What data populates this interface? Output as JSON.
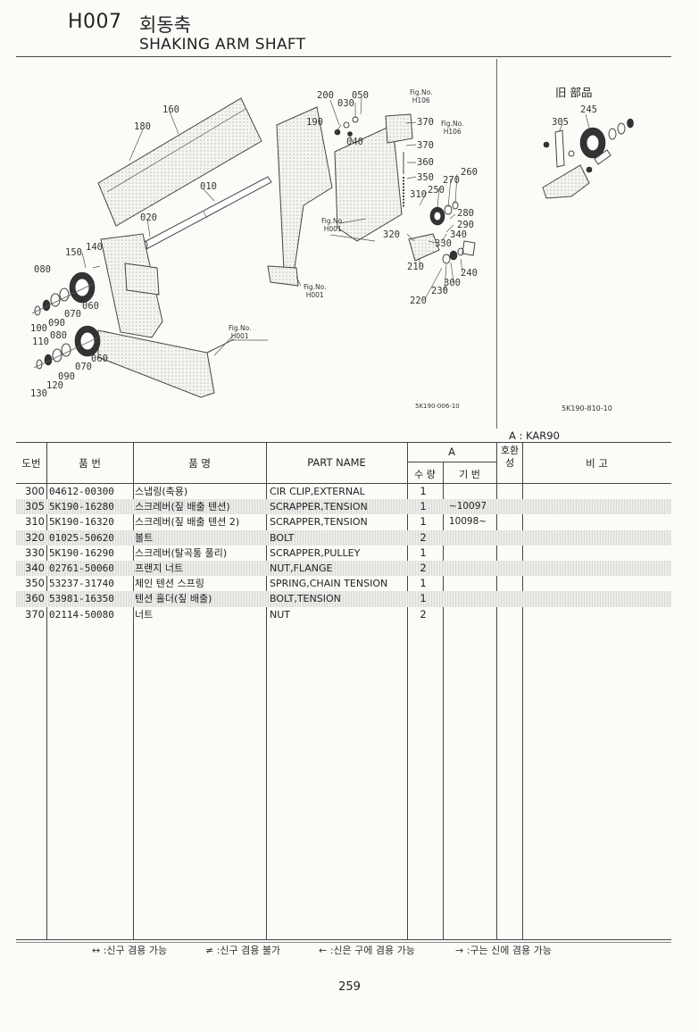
{
  "header": {
    "code": "H007",
    "title_ko": "회동축",
    "title_en": "SHAKING ARM SHAFT"
  },
  "diagram": {
    "labels": [
      "160",
      "180",
      "010",
      "020",
      "150",
      "140",
      "080",
      "060",
      "070",
      "090",
      "100",
      "110",
      "080",
      "060",
      "070",
      "090",
      "120",
      "130",
      "200",
      "050",
      "030",
      "190",
      "040",
      "370",
      "370",
      "360",
      "350",
      "310",
      "250",
      "270",
      "260",
      "280",
      "290",
      "340",
      "330",
      "320",
      "210",
      "240",
      "300",
      "230",
      "220"
    ],
    "figrefs": {
      "f1": [
        "Fig.No.",
        "H106"
      ],
      "f2": [
        "Fig.No.",
        "H106"
      ],
      "f3": [
        "Fig.No.",
        "H001"
      ],
      "f4": [
        "Fig.No.",
        "H001"
      ],
      "f5": [
        "Fig.No.",
        "H001"
      ]
    },
    "drawing_code": "5K190-006-10",
    "old_parts_title": "旧 部品",
    "old_labels": [
      "245",
      "305"
    ],
    "old_drawing_code": "5K190-810-10",
    "model_note": "A : KAR90"
  },
  "table": {
    "headers": {
      "no": "도번",
      "part_no": "품 번",
      "name_ko": "품 명",
      "part_name": "PART NAME",
      "group_a": "A",
      "qty": "수 량",
      "serial": "기 번",
      "compat": "호환성",
      "remarks": "비 고"
    },
    "rows": [
      {
        "no": "300",
        "part_no": "04612-00300",
        "name_ko": "스냅링(축용)",
        "name_en": "CIR CLIP,EXTERNAL",
        "qty": "1",
        "serial": ""
      },
      {
        "no": "305",
        "part_no": "5K190-16280",
        "name_ko": "스크레버(짚 배출 텐션)",
        "name_en": "SCRAPPER,TENSION",
        "qty": "1",
        "serial": "~10097"
      },
      {
        "no": "310",
        "part_no": "5K190-16320",
        "name_ko": "스크레버(짚 배출 텐션 2)",
        "name_en": "SCRAPPER,TENSION",
        "qty": "1",
        "serial": "10098~"
      },
      {
        "no": "320",
        "part_no": "01025-50620",
        "name_ko": "볼트",
        "name_en": "BOLT",
        "qty": "2",
        "serial": ""
      },
      {
        "no": "330",
        "part_no": "5K190-16290",
        "name_ko": "스크레버(탈곡통 풀리)",
        "name_en": "SCRAPPER,PULLEY",
        "qty": "1",
        "serial": ""
      },
      {
        "no": "340",
        "part_no": "02761-50060",
        "name_ko": "프랜지 너트",
        "name_en": "NUT,FLANGE",
        "qty": "2",
        "serial": ""
      },
      {
        "no": "350",
        "part_no": "53237-31740",
        "name_ko": "체인 텐션 스프링",
        "name_en": "SPRING,CHAIN TENSION",
        "qty": "1",
        "serial": ""
      },
      {
        "no": "360",
        "part_no": "53981-16350",
        "name_ko": "텐션 홀더(짚 배출)",
        "name_en": "BOLT,TENSION",
        "qty": "1",
        "serial": ""
      },
      {
        "no": "370",
        "part_no": "02114-50080",
        "name_ko": "너트",
        "name_en": "NUT",
        "qty": "2",
        "serial": ""
      }
    ]
  },
  "legend": [
    "↔ :신구 겸용 가능",
    "≠ :신구 겸용 불가",
    "← :신은 구에 겸용 가능",
    "→ :구는 신에 겸용 가능"
  ],
  "page_number": "259"
}
